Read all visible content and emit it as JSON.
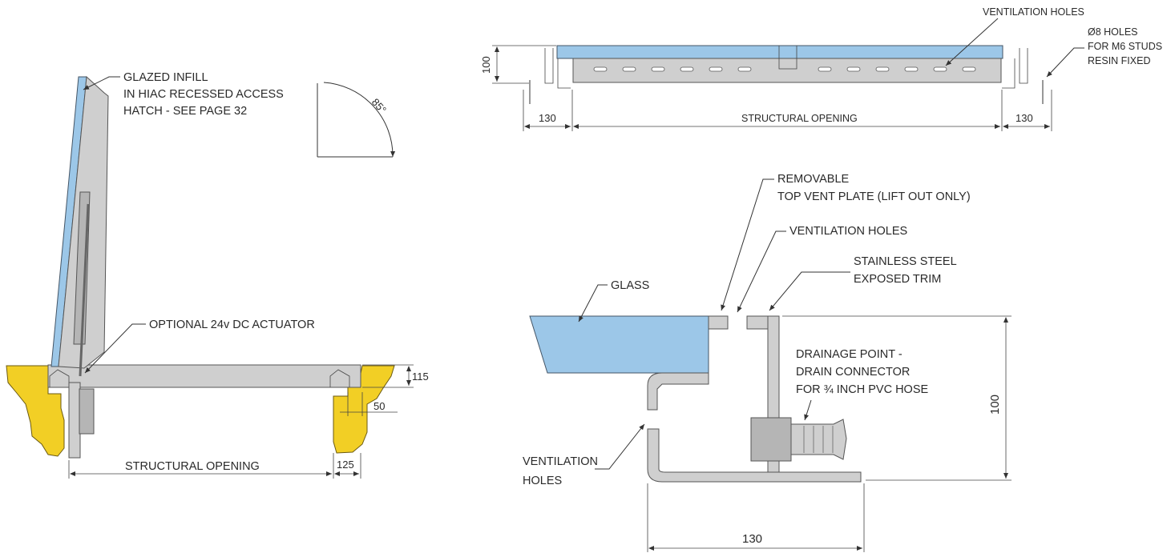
{
  "labels": {
    "glazed_infill": [
      "GLAZED INFILL",
      "IN HIAC RECESSED ACCESS",
      "HATCH - SEE PAGE 32"
    ],
    "angle": "85°",
    "actuator": "OPTIONAL 24v DC ACTUATOR",
    "left_structural_opening": "STRUCTURAL OPENING",
    "left_dim_115": "115",
    "left_dim_50": "50",
    "left_dim_125": "125",
    "top_ventilation_holes": "VENTILATION HOLES",
    "top_studs": [
      "Ø8 HOLES",
      "FOR M6 STUDS",
      "RESIN FIXED"
    ],
    "top_dim_100": "100",
    "top_dim_130_left": "130",
    "top_structural_opening": "STRUCTURAL OPENING",
    "top_dim_130_right": "130",
    "removable_plate": [
      "REMOVABLE",
      "TOP VENT PLATE (LIFT OUT ONLY)"
    ],
    "detail_ventilation_holes": "VENTILATION HOLES",
    "stainless_trim": [
      "STAINLESS STEEL",
      "EXPOSED TRIM"
    ],
    "glass": "GLASS",
    "drainage": [
      "DRAINAGE POINT -",
      "DRAIN CONNECTOR",
      "FOR ¾ INCH PVC HOSE"
    ],
    "detail_dim_100": "100",
    "lower_ventilation_holes": [
      "VENTILATION",
      "HOLES"
    ],
    "detail_dim_130": "130"
  },
  "colors": {
    "glass": "#9cc7e8",
    "steel": "#cfcfcf",
    "substrate": "#f2cf25",
    "line": "#333333"
  }
}
